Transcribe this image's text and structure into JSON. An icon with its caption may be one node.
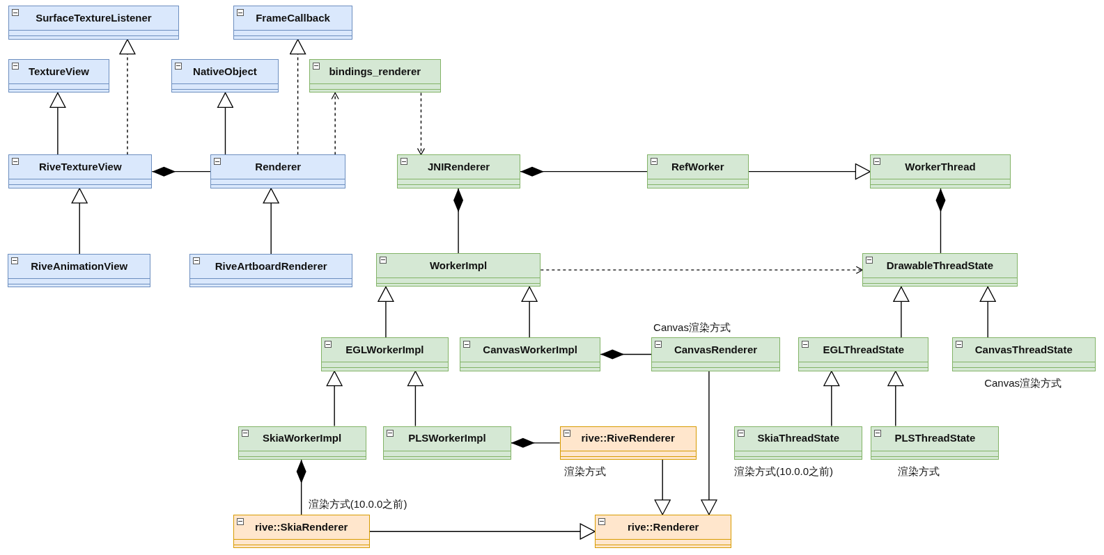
{
  "diagram": {
    "nodes": [
      {
        "text": [
          "SurfaceTextureListener"
        ]
      },
      {
        "text": [
          "FrameCallback"
        ]
      },
      {
        "text": [
          "TextureView"
        ]
      },
      {
        "text": [
          "NativeObject"
        ]
      },
      {
        "text": [
          "bindings_renderer"
        ]
      },
      {
        "text": [
          "RiveTextureView"
        ]
      },
      {
        "text": [
          "Renderer"
        ]
      },
      {
        "text": [
          "JNIRenderer"
        ]
      },
      {
        "text": [
          "RefWorker"
        ]
      },
      {
        "text": [
          "WorkerThread"
        ]
      },
      {
        "text": [
          "RiveAnimationView"
        ]
      },
      {
        "text": [
          "RiveArtboardRenderer"
        ]
      },
      {
        "text": [
          "WorkerImpl"
        ]
      },
      {
        "text": [
          "DrawableThreadState"
        ]
      },
      {
        "text": [
          "EGLWorkerImpl"
        ]
      },
      {
        "text": [
          "CanvasWorkerImpl"
        ]
      },
      {
        "text": [
          "CanvasRenderer"
        ],
        "beside": [
          "Canvas渲染方式"
        ]
      },
      {
        "text": [
          "EGLThreadState"
        ]
      },
      {
        "text": [
          "CanvasThreadState"
        ],
        "beside": [
          "Canvas渲染方式"
        ]
      },
      {
        "text": [
          "SkiaWorkerImpl"
        ]
      },
      {
        "text": [
          "PLSWorkerImpl"
        ]
      },
      {
        "text": [
          "rive::RiveRenderer"
        ],
        "beside": [
          "渲染方式"
        ]
      },
      {
        "text": [
          "SkiaThreadState"
        ],
        "beside": [
          "渲染方式(10.0.0之前)"
        ]
      },
      {
        "text": [
          "PLSThreadState"
        ],
        "beside": [
          "渲染方式"
        ]
      },
      {
        "text": [
          "rive::SkiaRenderer"
        ],
        "beside": [
          "渲染方式(10.0.0之前)"
        ]
      },
      {
        "text": [
          "rive::Renderer"
        ]
      }
    ],
    "edges": [
      {
        "from": 5,
        "to": 0,
        "arrow": "to",
        "style": "dashed"
      },
      {
        "from": 5,
        "to": 2,
        "arrow": "to"
      },
      {
        "from": 10,
        "to": 5,
        "arrow": "to"
      },
      {
        "from": 5,
        "to": 6,
        "arrow": "other"
      },
      {
        "from": 6,
        "to": 3,
        "arrow": "to"
      },
      {
        "from": 6,
        "to": 1,
        "arrow": "to",
        "style": "dashed"
      },
      {
        "from": 6,
        "to": 4,
        "arrow": "to",
        "style": "dashed"
      },
      {
        "from": 11,
        "to": 6,
        "arrow": "to"
      },
      {
        "from": 4,
        "to": 7,
        "arrow": "to",
        "style": "dashed"
      },
      {
        "from": 7,
        "to": 8,
        "arrow": "other"
      },
      {
        "from": 8,
        "to": 9,
        "arrow": "to"
      },
      {
        "from": 7,
        "to": 12,
        "arrow": "other"
      },
      {
        "from": 9,
        "to": 13,
        "arrow": "other"
      },
      {
        "from": 12,
        "to": 13,
        "arrow": "to",
        "style": "dashed"
      },
      {
        "from": 14,
        "to": 12,
        "arrow": "to"
      },
      {
        "from": 15,
        "to": 12,
        "arrow": "to"
      },
      {
        "from": 15,
        "to": 16,
        "arrow": "other"
      },
      {
        "from": 17,
        "to": 13,
        "arrow": "to"
      },
      {
        "from": 18,
        "to": 13,
        "arrow": "to"
      },
      {
        "from": 19,
        "to": 14,
        "arrow": "to"
      },
      {
        "from": 20,
        "to": 14,
        "arrow": "to"
      },
      {
        "from": 20,
        "to": 21,
        "arrow": "other"
      },
      {
        "from": 22,
        "to": 17,
        "arrow": "to"
      },
      {
        "from": 23,
        "to": 17,
        "arrow": "to"
      },
      {
        "from": 19,
        "to": 24,
        "arrow": "other"
      },
      {
        "from": 24,
        "to": 25,
        "arrow": "to"
      },
      {
        "from": 21,
        "to": 25,
        "arrow": "to"
      },
      {
        "from": 16,
        "to": 25,
        "arrow": "to"
      }
    ]
  }
}
